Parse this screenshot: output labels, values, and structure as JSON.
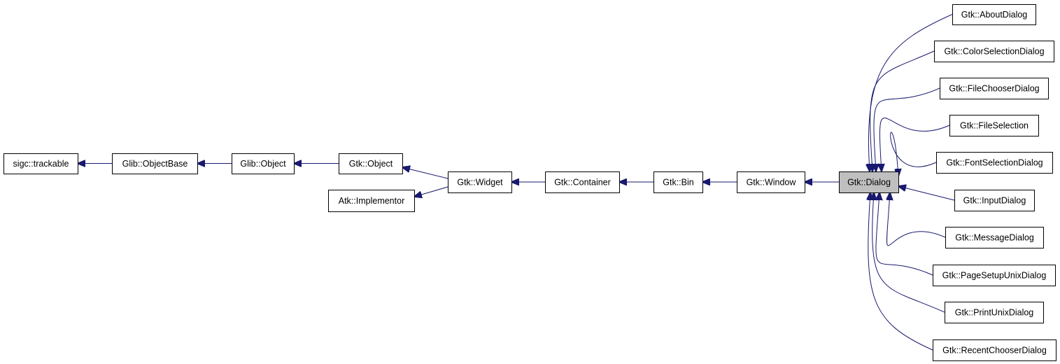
{
  "colors": {
    "edge": "#191970",
    "node_border": "#000000",
    "node_fill": "#ffffff",
    "current_node_fill": "#bfbfbf"
  },
  "nodes": [
    {
      "id": "sigc_trackable",
      "label": "sigc::trackable"
    },
    {
      "id": "glib_objectbase",
      "label": "Glib::ObjectBase"
    },
    {
      "id": "glib_object",
      "label": "Glib::Object"
    },
    {
      "id": "gtk_object",
      "label": "Gtk::Object"
    },
    {
      "id": "atk_implementor",
      "label": "Atk::Implementor"
    },
    {
      "id": "gtk_widget",
      "label": "Gtk::Widget"
    },
    {
      "id": "gtk_container",
      "label": "Gtk::Container"
    },
    {
      "id": "gtk_bin",
      "label": "Gtk::Bin"
    },
    {
      "id": "gtk_window",
      "label": "Gtk::Window"
    },
    {
      "id": "gtk_dialog",
      "label": "Gtk::Dialog",
      "current": true
    },
    {
      "id": "gtk_aboutdialog",
      "label": "Gtk::AboutDialog"
    },
    {
      "id": "gtk_colorselectiondialog",
      "label": "Gtk::ColorSelectionDialog"
    },
    {
      "id": "gtk_filechooserdialog",
      "label": "Gtk::FileChooserDialog"
    },
    {
      "id": "gtk_fileselection",
      "label": "Gtk::FileSelection"
    },
    {
      "id": "gtk_fontselectiondialog",
      "label": "Gtk::FontSelectionDialog"
    },
    {
      "id": "gtk_inputdialog",
      "label": "Gtk::InputDialog"
    },
    {
      "id": "gtk_messagedialog",
      "label": "Gtk::MessageDialog"
    },
    {
      "id": "gtk_pagesetupunixdialog",
      "label": "Gtk::PageSetupUnixDialog"
    },
    {
      "id": "gtk_printunixdialog",
      "label": "Gtk::PrintUnixDialog"
    },
    {
      "id": "gtk_recentchooserdialog",
      "label": "Gtk::RecentChooserDialog"
    }
  ],
  "edges": [
    {
      "from": "glib_objectbase",
      "to": "sigc_trackable"
    },
    {
      "from": "glib_object",
      "to": "glib_objectbase"
    },
    {
      "from": "gtk_object",
      "to": "glib_object"
    },
    {
      "from": "gtk_widget",
      "to": "gtk_object"
    },
    {
      "from": "gtk_widget",
      "to": "atk_implementor"
    },
    {
      "from": "gtk_container",
      "to": "gtk_widget"
    },
    {
      "from": "gtk_bin",
      "to": "gtk_container"
    },
    {
      "from": "gtk_window",
      "to": "gtk_bin"
    },
    {
      "from": "gtk_dialog",
      "to": "gtk_window"
    },
    {
      "from": "gtk_aboutdialog",
      "to": "gtk_dialog"
    },
    {
      "from": "gtk_colorselectiondialog",
      "to": "gtk_dialog"
    },
    {
      "from": "gtk_filechooserdialog",
      "to": "gtk_dialog"
    },
    {
      "from": "gtk_fileselection",
      "to": "gtk_dialog"
    },
    {
      "from": "gtk_fontselectiondialog",
      "to": "gtk_dialog"
    },
    {
      "from": "gtk_inputdialog",
      "to": "gtk_dialog"
    },
    {
      "from": "gtk_messagedialog",
      "to": "gtk_dialog"
    },
    {
      "from": "gtk_pagesetupunixdialog",
      "to": "gtk_dialog"
    },
    {
      "from": "gtk_printunixdialog",
      "to": "gtk_dialog"
    },
    {
      "from": "gtk_recentchooserdialog",
      "to": "gtk_dialog"
    }
  ]
}
